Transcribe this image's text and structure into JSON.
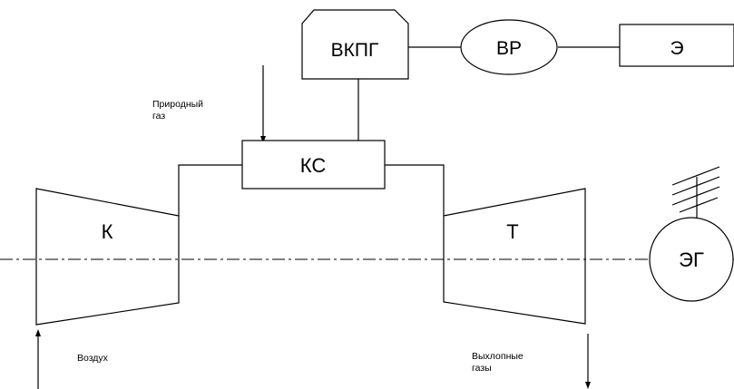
{
  "blocks": {
    "vkpg": "ВКПГ",
    "vr": "ВР",
    "e": "Э",
    "ks": "КС",
    "k": "К",
    "t": "Т",
    "eg": "ЭГ"
  },
  "labels": {
    "natural_gas_line1": "Природный",
    "natural_gas_line2": "газ",
    "air": "Воздух",
    "exhaust_line1": "Выхлопные",
    "exhaust_line2": "газы"
  }
}
